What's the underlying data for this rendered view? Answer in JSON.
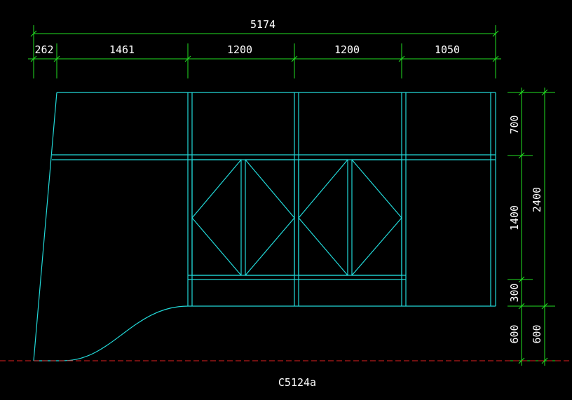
{
  "colors": {
    "background": "#000000",
    "dimension": "#22e022",
    "geometry": "#22d8d8",
    "text": "#ffffff",
    "ground": "#e02020"
  },
  "dimensions": {
    "overall_width": "5174",
    "segments": [
      "262",
      "1461",
      "1200",
      "1200",
      "1050"
    ],
    "heights_inner": [
      "700",
      "1400",
      "300",
      "600"
    ],
    "heights_outer": [
      "2400",
      "600"
    ]
  },
  "drawing_label": "C5124a"
}
